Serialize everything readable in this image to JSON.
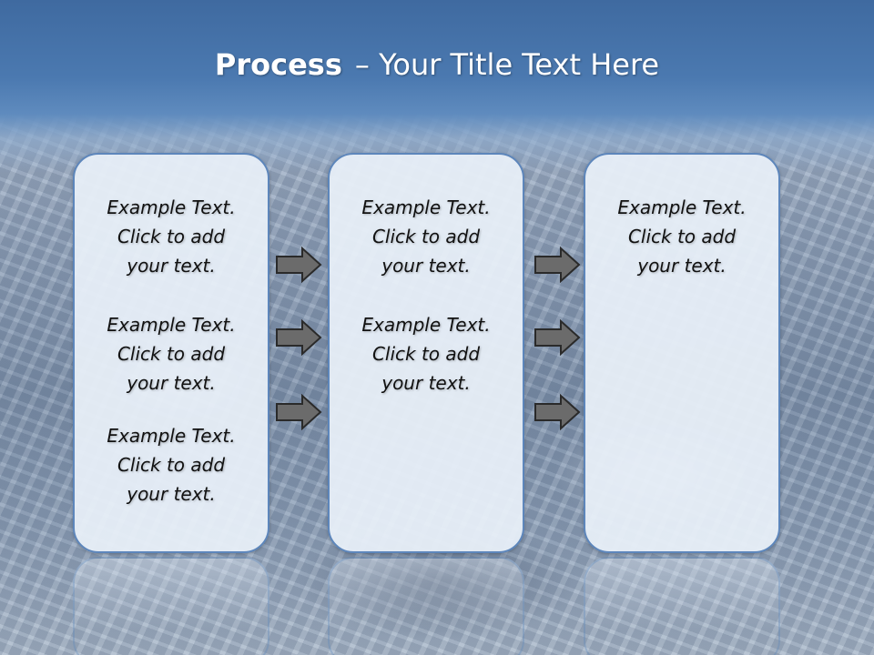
{
  "title": {
    "bold": "Process",
    "rest": "– Your Title Text Here"
  },
  "columns": [
    {
      "items": [
        [
          "Example Text.",
          "Click  to add",
          "your text."
        ],
        [
          "Example Text.",
          "Click  to add",
          "your text."
        ],
        [
          "Example Text.",
          "Click  to add",
          "your text."
        ]
      ]
    },
    {
      "items": [
        [
          "Example Text.",
          "Click  to add",
          "your text."
        ],
        [
          "Example Text.",
          "Click  to add",
          "your text."
        ]
      ]
    },
    {
      "items": [
        [
          "Example Text.",
          "Click  to add",
          "your text."
        ]
      ]
    }
  ],
  "arrow_icon": "right-arrow-icon",
  "colors": {
    "header_blue": "#4b79b0",
    "panel_fill": "#e8eff8",
    "panel_border": "#5d86bb",
    "arrow_fill": "#6b6b6b"
  }
}
